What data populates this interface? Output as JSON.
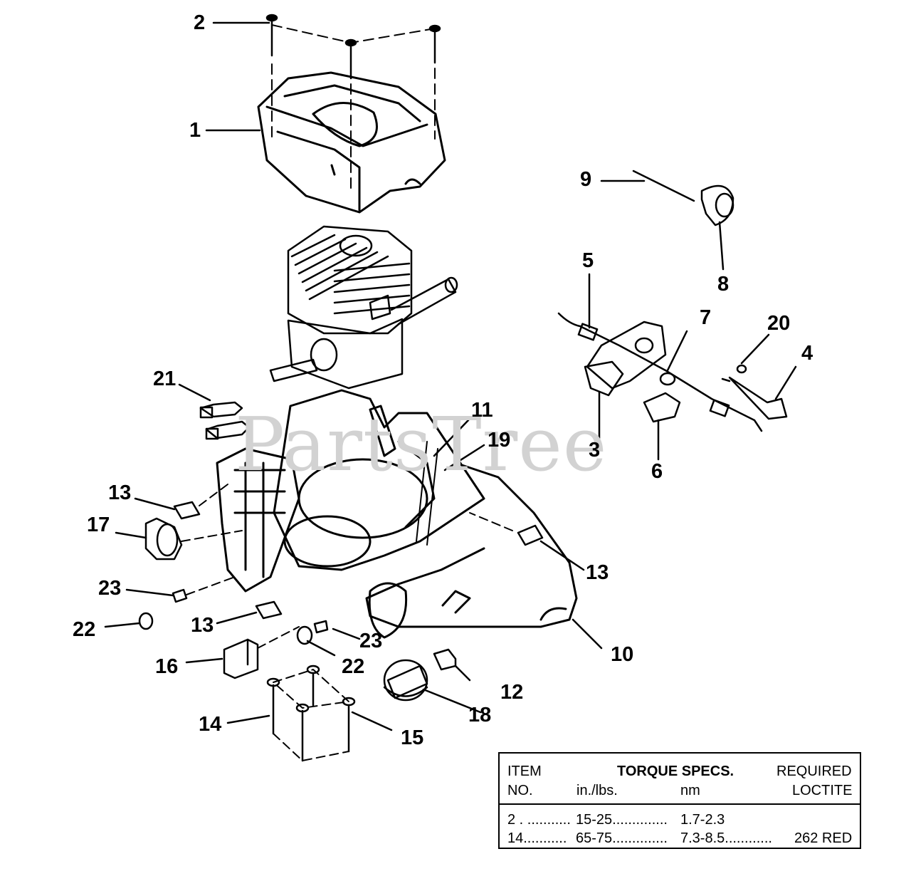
{
  "watermark": "PartsTree",
  "callouts": {
    "c1": "1",
    "c2": "2",
    "c3": "3",
    "c4": "4",
    "c5": "5",
    "c6": "6",
    "c7": "7",
    "c8": "8",
    "c9": "9",
    "c10": "10",
    "c11": "11",
    "c12": "12",
    "c13a": "13",
    "c13b": "13",
    "c13c": "13",
    "c14": "14",
    "c15": "15",
    "c16": "16",
    "c17": "17",
    "c18": "18",
    "c19": "19",
    "c20": "20",
    "c21": "21",
    "c22a": "22",
    "c22b": "22",
    "c23a": "23",
    "c23b": "23"
  },
  "torque_table": {
    "header_item": "ITEM",
    "header_no": "NO.",
    "header_torque": "TORQUE SPECS.",
    "header_inlbs": "in./lbs.",
    "header_nm": "nm",
    "header_required": "REQUIRED",
    "header_loctite": "LOCTITE",
    "rows": [
      {
        "item": "2 . ...........",
        "inlbs": "15-25..............",
        "nm": "1.7-2.3",
        "loctite": ""
      },
      {
        "item": "14...........",
        "inlbs": "65-75..............",
        "nm": "7.3-8.5............",
        "loctite": "262 RED"
      }
    ]
  }
}
